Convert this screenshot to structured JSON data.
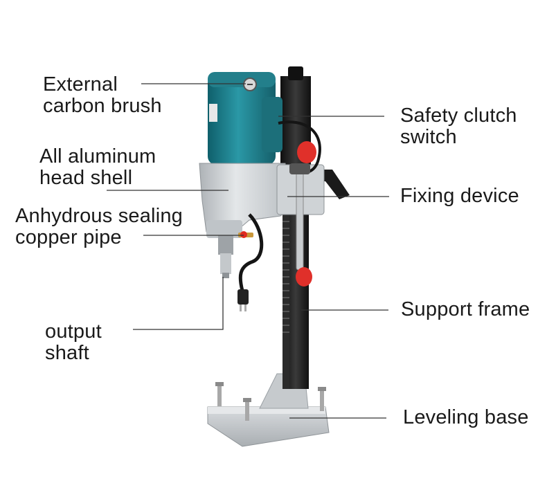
{
  "callouts": {
    "external_carbon_brush": {
      "line1": "External",
      "line2": "carbon brush"
    },
    "aluminum_head_shell": {
      "line1": "All aluminum",
      "line2": "head shell"
    },
    "anhydrous_sealing_pipe": {
      "line1": "Anhydrous sealing",
      "line2": "copper pipe"
    },
    "output_shaft": {
      "line1": "output",
      "line2": "shaft"
    },
    "safety_clutch_switch": {
      "line1": "Safety clutch",
      "line2": "switch"
    },
    "fixing_device": {
      "line1": "Fixing device"
    },
    "support_frame": {
      "line1": "Support frame"
    },
    "leveling_base": {
      "line1": "Leveling base"
    }
  },
  "colors": {
    "motor": "#1f7f8c",
    "aluminum": "#cfd3d6",
    "column": "#1b1b1b",
    "handle_knob": "#e0302a",
    "leader_line": "#333333"
  }
}
